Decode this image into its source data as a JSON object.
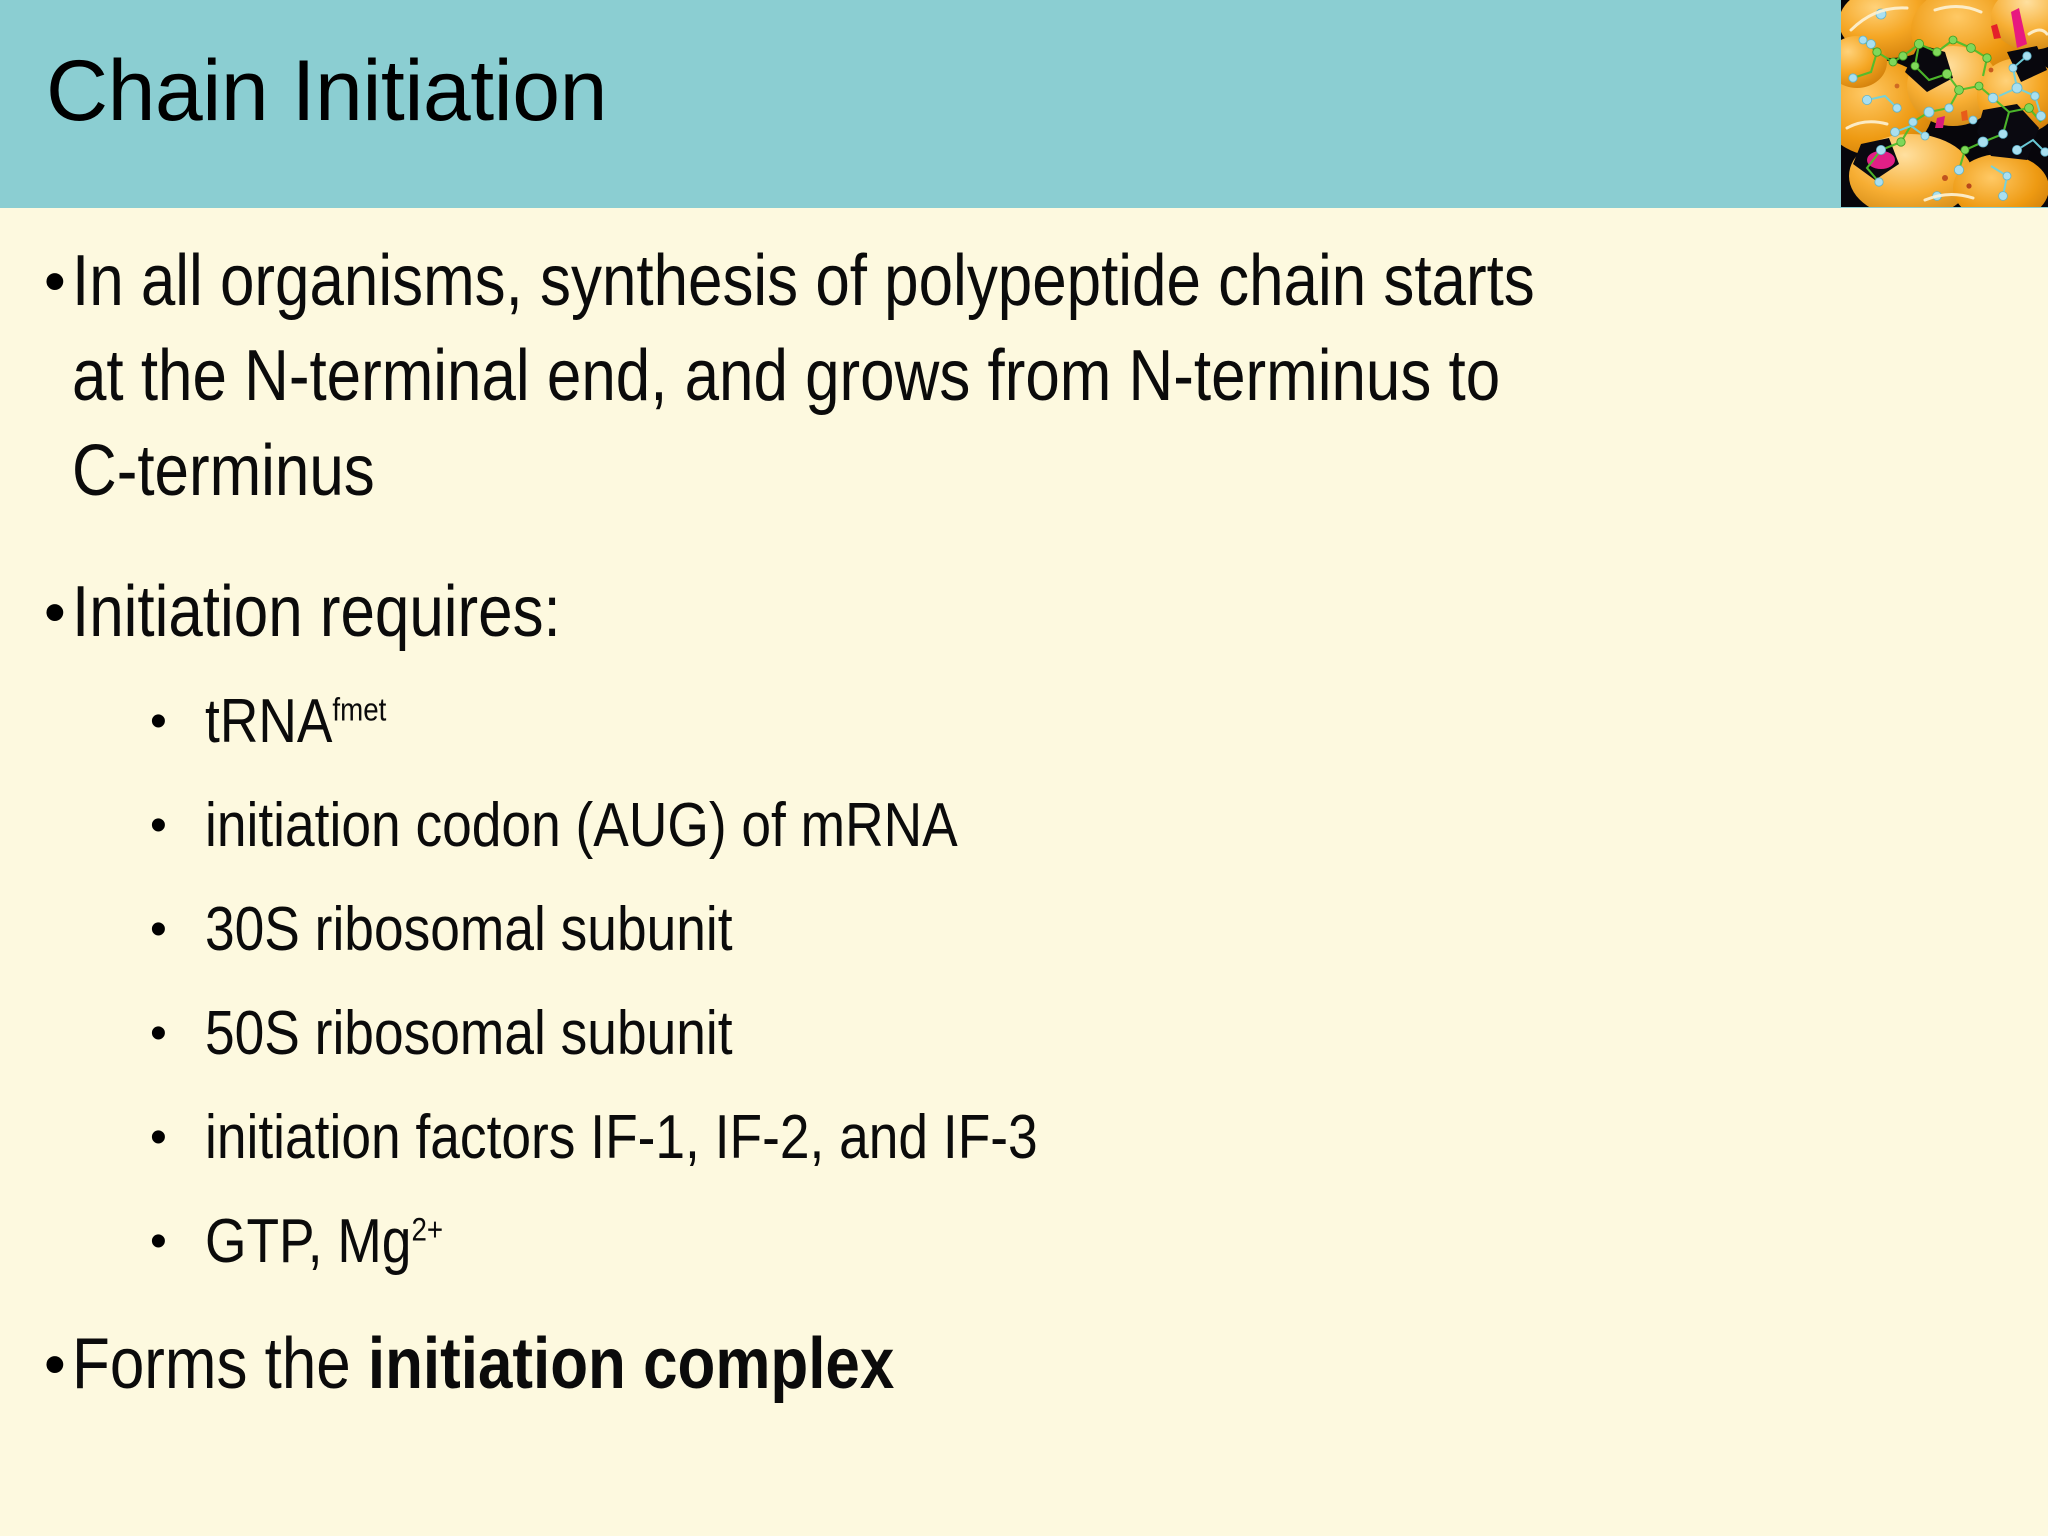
{
  "slide": {
    "title": "Chain Initiation",
    "colors": {
      "header_band": "#8BCED2",
      "body_background": "#FDF9DF",
      "text": "#0B0B0B"
    },
    "header_art": {
      "name": "molecular-model-photo",
      "description": "orange and black molecular model artwork"
    },
    "content": [
      {
        "level": 1,
        "id": "bullet-synthesis",
        "text": "In all organisms, synthesis of polypeptide chain starts at the N-terminal end, and grows from N-terminus to C-terminus"
      },
      {
        "level": 1,
        "id": "bullet-initiation-requires",
        "text": "Initiation requires:"
      },
      {
        "level": 2,
        "id": "bullet-trna",
        "text": "tRNA",
        "sup": "fmet"
      },
      {
        "level": 2,
        "id": "bullet-aug-codon",
        "text": "initiation codon (AUG) of mRNA"
      },
      {
        "level": 2,
        "id": "bullet-30s",
        "text": "30S ribosomal subunit"
      },
      {
        "level": 2,
        "id": "bullet-50s",
        "text": "50S ribosomal subunit"
      },
      {
        "level": 2,
        "id": "bullet-if-factors",
        "text": "initiation factors IF-1, IF-2, and IF-3"
      },
      {
        "level": 2,
        "id": "bullet-gtp-mg",
        "text": "GTP, Mg",
        "sup": "2+"
      },
      {
        "level": 1,
        "id": "bullet-forms-complex",
        "text_plain": "Forms the ",
        "text_bold": "initiation complex"
      }
    ],
    "bullet_glyph": "•"
  }
}
